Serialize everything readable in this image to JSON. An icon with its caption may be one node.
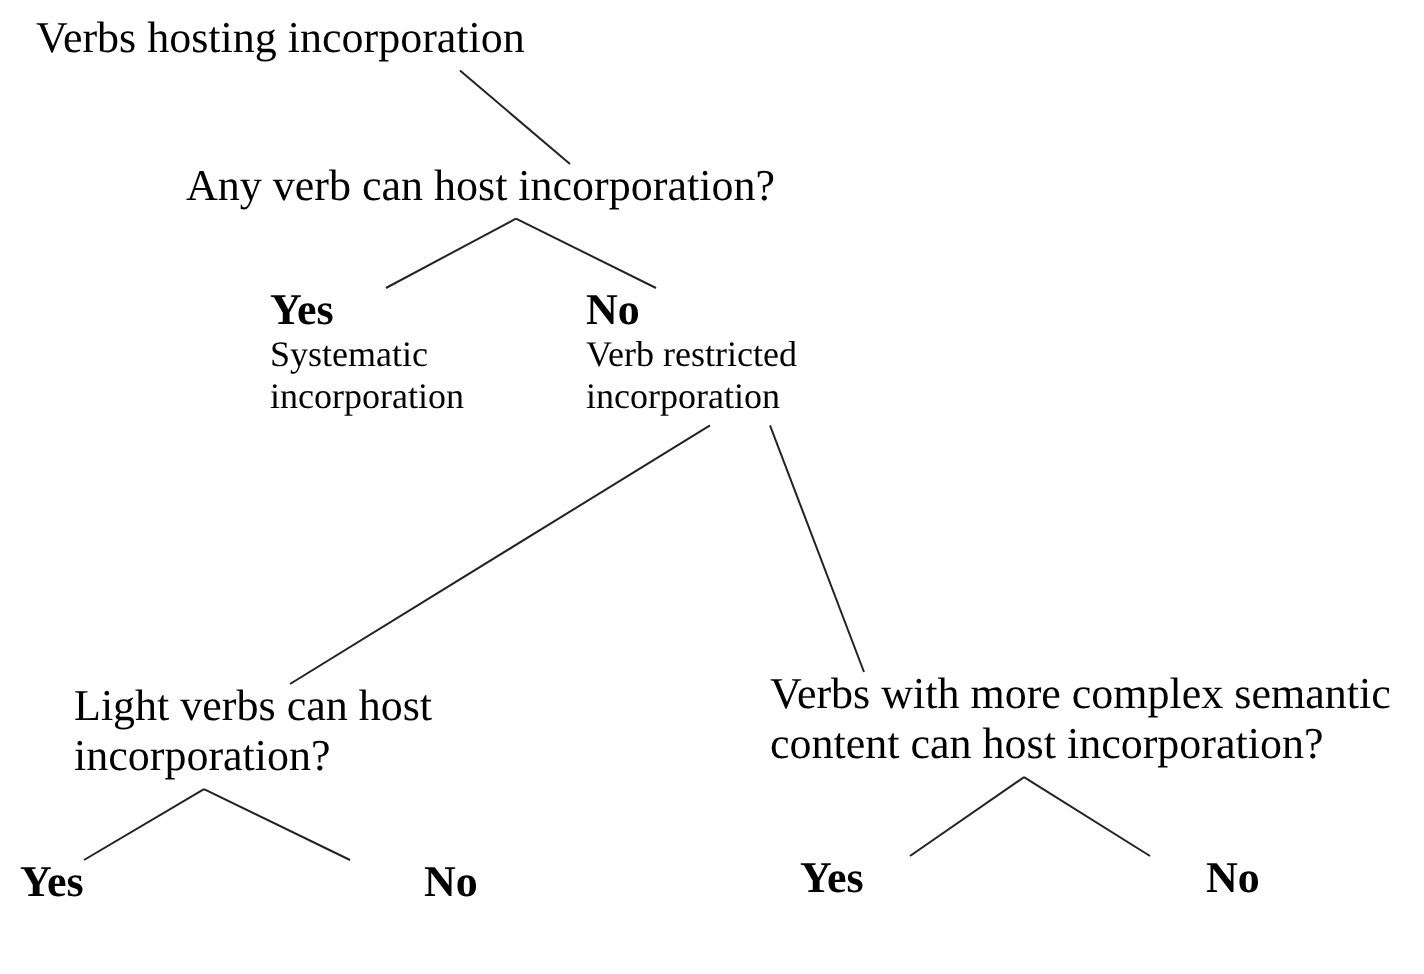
{
  "diagram": {
    "nodes": [
      {
        "text": [
          "Verbs hosting incorporation"
        ]
      },
      {
        "text": [
          "Any verb can host incorporation?"
        ]
      },
      {
        "text": [
          "Yes",
          "Systematic incorporation"
        ]
      },
      {
        "text": [
          "No",
          "Verb restricted incorporation"
        ]
      },
      {
        "text": [
          "Light verbs can host incorporation?"
        ]
      },
      {
        "text": [
          "Verbs with more complex semantic content can host incorporation?"
        ]
      },
      {
        "text": [
          "Yes"
        ]
      },
      {
        "text": [
          "No"
        ]
      },
      {
        "text": [
          "Yes"
        ]
      },
      {
        "text": [
          "No"
        ]
      }
    ],
    "edges": [
      {
        "from": 0,
        "to": 1,
        "arrow": "none"
      },
      {
        "from": 1,
        "to": 2,
        "arrow": "none"
      },
      {
        "from": 1,
        "to": 3,
        "arrow": "none"
      },
      {
        "from": 3,
        "to": 4,
        "arrow": "none"
      },
      {
        "from": 3,
        "to": 5,
        "arrow": "none"
      },
      {
        "from": 4,
        "to": 6,
        "arrow": "none"
      },
      {
        "from": 4,
        "to": 7,
        "arrow": "none"
      },
      {
        "from": 5,
        "to": 8,
        "arrow": "none"
      },
      {
        "from": 5,
        "to": 9,
        "arrow": "none"
      }
    ]
  }
}
